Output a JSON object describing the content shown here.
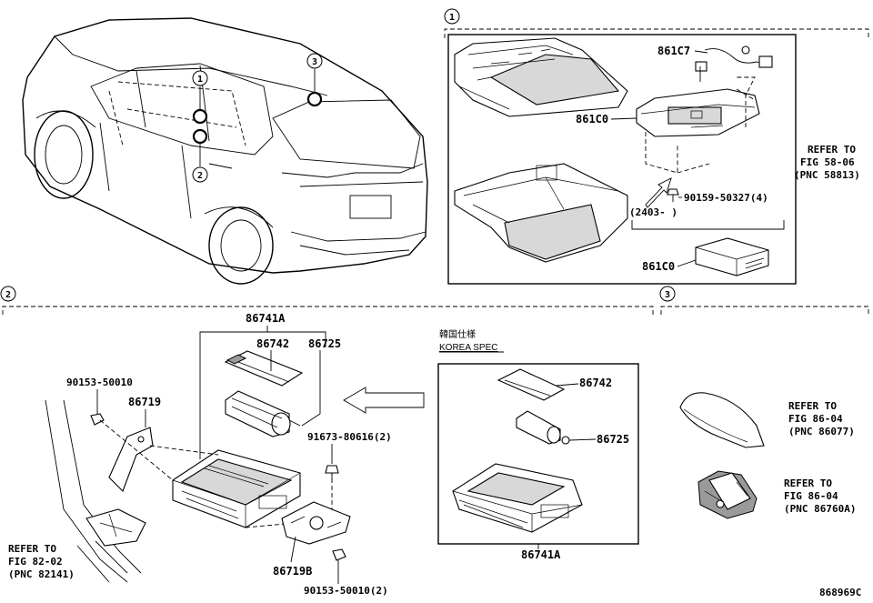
{
  "index_labels": {
    "one": "1",
    "two": "2",
    "three": "3"
  },
  "section1": {
    "parts": {
      "p861C7": "861C7",
      "p861C0_top": "861C0",
      "p861C0_bottom": "861C0",
      "bolt": "90159-50327(4)",
      "date_range": "(2403-      )"
    },
    "refer": {
      "line1": "REFER TO",
      "line2": "FIG 58-06",
      "line3": "(PNC 58813)"
    }
  },
  "section2": {
    "parts": {
      "p86741A_top": "86741A",
      "p86742_left": "86742",
      "p86725_left": "86725",
      "p90153_top": "90153-50010",
      "p86719": "86719",
      "p91673": "91673-80616(2)",
      "p86719B": "86719B",
      "p90153_bottom": "90153-50010(2)",
      "p86742_right": "86742",
      "p86725_right": "86725",
      "p86741A_bottom": "86741A"
    },
    "korea": {
      "cjk": "韓国仕様",
      "en": "KOREA SPEC"
    },
    "refer": {
      "line1": "REFER TO",
      "line2": "FIG 82-02",
      "line3": "(PNC 82141)"
    }
  },
  "section3": {
    "refer_a": {
      "line1": "REFER TO",
      "line2": "FIG 86-04",
      "line3": "(PNC 86077)"
    },
    "refer_b": {
      "line1": "REFER TO",
      "line2": "FIG 86-04",
      "line3": "(PNC 86760A)"
    }
  },
  "figure_code": "868969C"
}
